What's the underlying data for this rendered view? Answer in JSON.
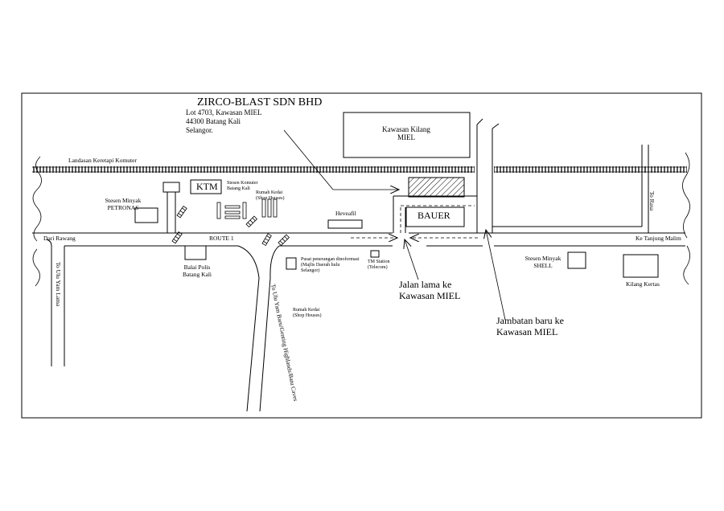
{
  "company": {
    "name": "ZIRCO-BLAST SDN BHD",
    "address": [
      "Lot 4703, Kawasan MIEL",
      "44300 Batang Kali",
      "Selangor."
    ]
  },
  "labels": {
    "kawasan_kilang": [
      "Kawasan Kilang",
      "MIEL"
    ],
    "railway": "Landasan Keretapi Komuter",
    "ktm": "KTM",
    "ktm_station": [
      "Stesen Komuter",
      "Batang Kali"
    ],
    "shop_houses_1": [
      "Rumah Kedai",
      "(Shop Houses)"
    ],
    "petronas": [
      "Stesen Minyak",
      "PETRONAS"
    ],
    "heveafil": "Heveafil",
    "bauer": "BAUER",
    "to_rasa": "To Rasa",
    "dari_rawang": "Dari Rawang",
    "route": "ROUTE 1",
    "ke_tanjung_malim": "Ke Tanjung Malim",
    "to_ulu_yam_lama": "To Ulu Yam Lama",
    "balai_polis": [
      "Balai Polis",
      "Batang Kali"
    ],
    "pusat_penerangan": [
      "Pusat penerangan dinoformasi",
      "(Majlis Daerah hulu",
      "Selangor)"
    ],
    "tm_station": [
      "TM Station",
      "(Telecom)"
    ],
    "stesen_shell": [
      "Stesen Minyak",
      "SHELL"
    ],
    "kilang_kertas": "Kilang Kertas",
    "to_ulu_yam_baru": "To Ulu Yam Baru/Genting Highlands/Batu Caves",
    "shop_houses_2": [
      "Rumah Kedai",
      "(Shop Houses)"
    ],
    "jalan_lama": [
      "Jalan lama ke",
      "Kawasan MIEL"
    ],
    "jambatan_baru": [
      "Jambatan baru ke",
      "Kawasan MIEL"
    ]
  }
}
